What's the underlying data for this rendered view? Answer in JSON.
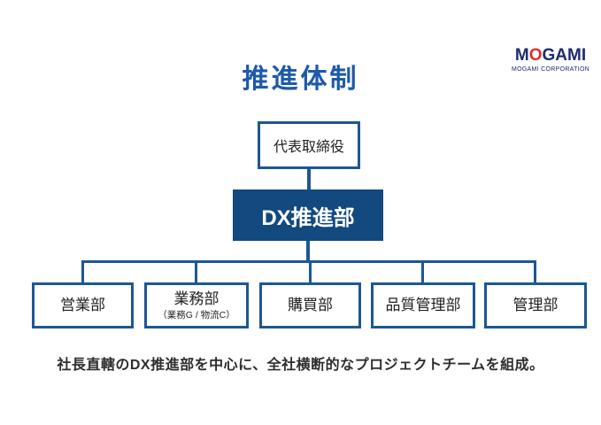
{
  "slide": {
    "title": "推進体制",
    "footer": "社長直轄のDX推進部を中心に、全社横断的なプロジェクトチームを組成。"
  },
  "logo": {
    "word_m": "M",
    "word_o": "O",
    "word_gami": "GAMI",
    "company": "MOGAMI CORPORATION"
  },
  "org_chart": {
    "root": {
      "label": "代表取締役"
    },
    "hub": {
      "label": "DX推進部"
    },
    "departments": [
      {
        "label": "営業部",
        "sublabel": ""
      },
      {
        "label": "業務部",
        "sublabel": "（業務G / 物流C）"
      },
      {
        "label": "購買部",
        "sublabel": ""
      },
      {
        "label": "品質管理部",
        "sublabel": ""
      },
      {
        "label": "管理部",
        "sublabel": ""
      }
    ]
  },
  "colors": {
    "accent_blue": "#1c5795",
    "hub_fill": "#12497f",
    "title_blue": "#1d5aa9",
    "logo_navy": "#1b2c6e",
    "logo_red": "#d7312c"
  }
}
